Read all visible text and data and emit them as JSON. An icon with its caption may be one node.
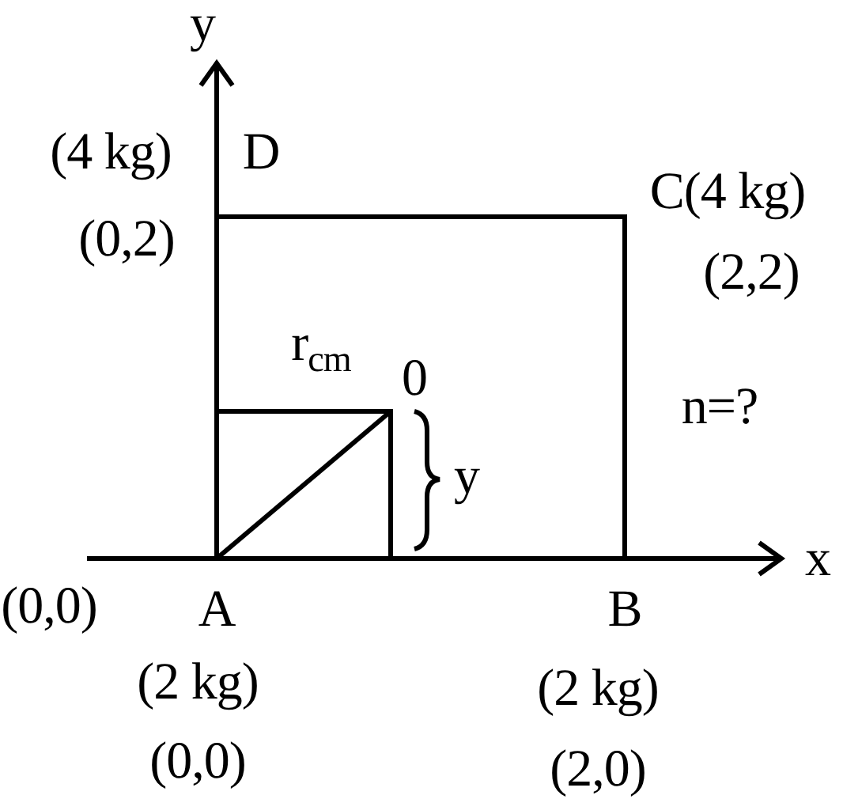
{
  "diagram": {
    "labels": [
      "y",
      "(4 kg)",
      "D",
      "C(4 kg)",
      "(0,2)",
      "(2,2)",
      "r$_{cm}$",
      "0",
      "n=?",
      "y",
      "x",
      "(0,0)",
      "A",
      "B",
      "(2 kg)",
      "(2 kg)",
      "(0,0)",
      "(2,0)"
    ]
  }
}
